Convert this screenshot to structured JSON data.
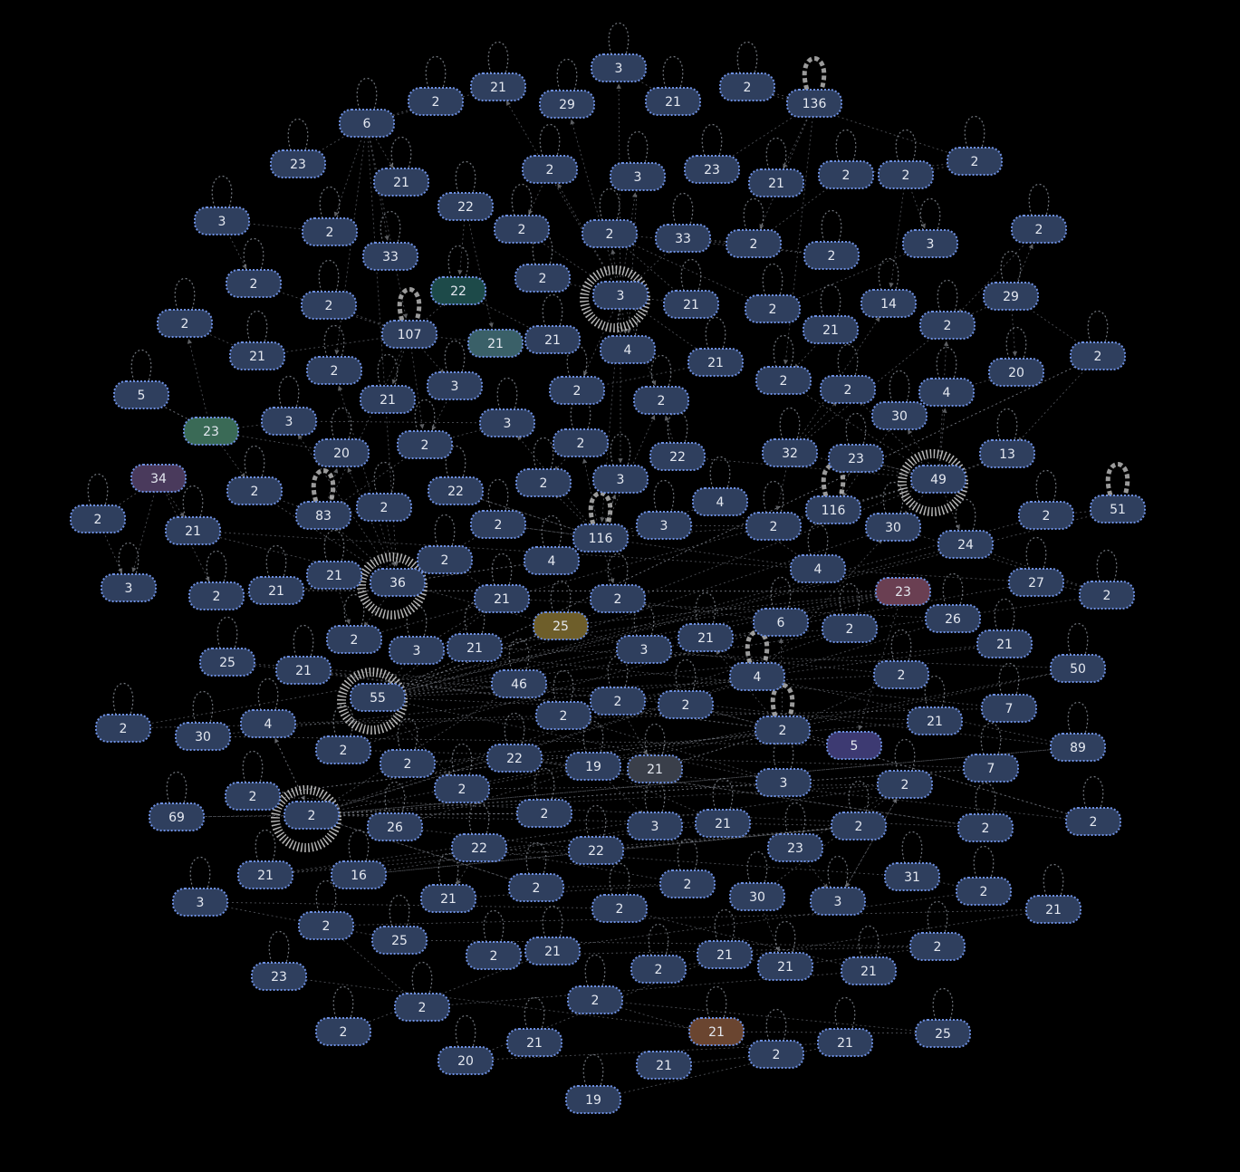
{
  "colors": {
    "background": "#000000",
    "node_fill": "#2f3f5e",
    "node_border": "#6d8fe0",
    "edge": "#8a8f99",
    "label": "#e4e8f0"
  },
  "nodes": [
    {
      "label": "3"
    },
    {
      "label": "21"
    },
    {
      "label": "2"
    },
    {
      "label": "21"
    },
    {
      "label": "2"
    },
    {
      "label": "136"
    },
    {
      "label": "2"
    },
    {
      "label": "29"
    },
    {
      "label": "6"
    },
    {
      "label": "23"
    },
    {
      "label": "21"
    },
    {
      "label": "2"
    },
    {
      "label": "3"
    },
    {
      "label": "23"
    },
    {
      "label": "21"
    },
    {
      "label": "2"
    },
    {
      "label": "2"
    },
    {
      "label": "2"
    },
    {
      "label": "22"
    },
    {
      "label": "3"
    },
    {
      "label": "2"
    },
    {
      "label": "2"
    },
    {
      "label": "2"
    },
    {
      "label": "33"
    },
    {
      "label": "2"
    },
    {
      "label": "2"
    },
    {
      "label": "3"
    },
    {
      "label": "33"
    },
    {
      "label": "22"
    },
    {
      "label": "2"
    },
    {
      "label": "2"
    },
    {
      "label": "3"
    },
    {
      "label": "21"
    },
    {
      "label": "2"
    },
    {
      "label": "14"
    },
    {
      "label": "29"
    },
    {
      "label": "22",
      "fill": "#1d4a49"
    },
    {
      "label": "2"
    },
    {
      "label": "107"
    },
    {
      "label": "21",
      "fill": "#3a6068"
    },
    {
      "label": "21"
    },
    {
      "label": "4"
    },
    {
      "label": "21"
    },
    {
      "label": "21"
    },
    {
      "label": "2"
    },
    {
      "label": "2"
    },
    {
      "label": "21"
    },
    {
      "label": "2"
    },
    {
      "label": "21"
    },
    {
      "label": "2"
    },
    {
      "label": "20"
    },
    {
      "label": "5"
    },
    {
      "label": "3"
    },
    {
      "label": "2"
    },
    {
      "label": "2"
    },
    {
      "label": "2"
    },
    {
      "label": "4"
    },
    {
      "label": "23",
      "fill": "#3a6a56"
    },
    {
      "label": "3"
    },
    {
      "label": "3"
    },
    {
      "label": "2"
    },
    {
      "label": "2"
    },
    {
      "label": "30"
    },
    {
      "label": "2"
    },
    {
      "label": "20"
    },
    {
      "label": "22"
    },
    {
      "label": "32"
    },
    {
      "label": "23"
    },
    {
      "label": "13"
    },
    {
      "label": "34",
      "fill": "#4a3a5c"
    },
    {
      "label": "2"
    },
    {
      "label": "22"
    },
    {
      "label": "2"
    },
    {
      "label": "3"
    },
    {
      "label": "49"
    },
    {
      "label": "51"
    },
    {
      "label": "2"
    },
    {
      "label": "83"
    },
    {
      "label": "2"
    },
    {
      "label": "4"
    },
    {
      "label": "116"
    },
    {
      "label": "2"
    },
    {
      "label": "21"
    },
    {
      "label": "2"
    },
    {
      "label": "3"
    },
    {
      "label": "2"
    },
    {
      "label": "30"
    },
    {
      "label": "24"
    },
    {
      "label": "116"
    },
    {
      "label": "4"
    },
    {
      "label": "2"
    },
    {
      "label": "4"
    },
    {
      "label": "21"
    },
    {
      "label": "36"
    },
    {
      "label": "3"
    },
    {
      "label": "27"
    },
    {
      "label": "2"
    },
    {
      "label": "21"
    },
    {
      "label": "21"
    },
    {
      "label": "2"
    },
    {
      "label": "23",
      "fill": "#6a3f52"
    },
    {
      "label": "2"
    },
    {
      "label": "25",
      "fill": "#6e5e2a"
    },
    {
      "label": "6"
    },
    {
      "label": "2"
    },
    {
      "label": "26"
    },
    {
      "label": "2"
    },
    {
      "label": "3"
    },
    {
      "label": "21"
    },
    {
      "label": "21"
    },
    {
      "label": "21"
    },
    {
      "label": "25"
    },
    {
      "label": "3"
    },
    {
      "label": "21"
    },
    {
      "label": "4"
    },
    {
      "label": "2"
    },
    {
      "label": "50"
    },
    {
      "label": "46"
    },
    {
      "label": "55"
    },
    {
      "label": "7"
    },
    {
      "label": "2"
    },
    {
      "label": "2"
    },
    {
      "label": "2"
    },
    {
      "label": "30"
    },
    {
      "label": "4"
    },
    {
      "label": "2"
    },
    {
      "label": "2"
    },
    {
      "label": "21"
    },
    {
      "label": "89"
    },
    {
      "label": "2"
    },
    {
      "label": "22"
    },
    {
      "label": "2"
    },
    {
      "label": "19"
    },
    {
      "label": "21",
      "fill": "#3a3f4a"
    },
    {
      "label": "5",
      "fill": "#3d3a72"
    },
    {
      "label": "3"
    },
    {
      "label": "2"
    },
    {
      "label": "7"
    },
    {
      "label": "69"
    },
    {
      "label": "2"
    },
    {
      "label": "2"
    },
    {
      "label": "2"
    },
    {
      "label": "26"
    },
    {
      "label": "2"
    },
    {
      "label": "3"
    },
    {
      "label": "21"
    },
    {
      "label": "2"
    },
    {
      "label": "2"
    },
    {
      "label": "2"
    },
    {
      "label": "22"
    },
    {
      "label": "22"
    },
    {
      "label": "23"
    },
    {
      "label": "21"
    },
    {
      "label": "16"
    },
    {
      "label": "31"
    },
    {
      "label": "21"
    },
    {
      "label": "2"
    },
    {
      "label": "30"
    },
    {
      "label": "3"
    },
    {
      "label": "3"
    },
    {
      "label": "25"
    },
    {
      "label": "2"
    },
    {
      "label": "21"
    },
    {
      "label": "2"
    },
    {
      "label": "2"
    },
    {
      "label": "2"
    },
    {
      "label": "2"
    },
    {
      "label": "2"
    },
    {
      "label": "21"
    },
    {
      "label": "2"
    },
    {
      "label": "21"
    },
    {
      "label": "21"
    },
    {
      "label": "21"
    },
    {
      "label": "23"
    },
    {
      "label": "2"
    },
    {
      "label": "2"
    },
    {
      "label": "2"
    },
    {
      "label": "25"
    },
    {
      "label": "20"
    },
    {
      "label": "21"
    },
    {
      "label": "21",
      "fill": "#6a4530"
    },
    {
      "label": "2"
    },
    {
      "label": "21"
    },
    {
      "label": "21"
    },
    {
      "label": "19"
    },
    {
      "label": "2"
    }
  ]
}
